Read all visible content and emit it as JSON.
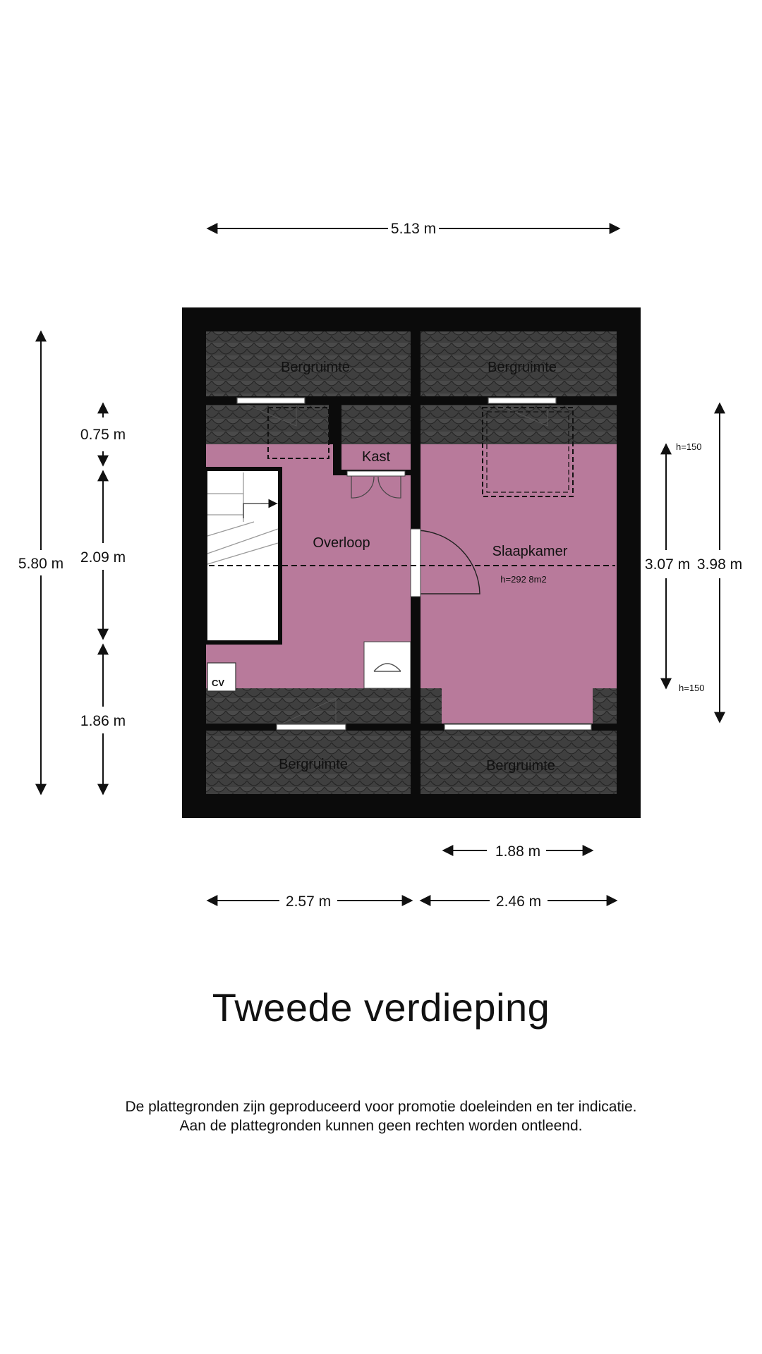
{
  "colors": {
    "wall": "#0b0b0b",
    "room": "#b87a9b",
    "roof_tile": "#3f3f3f",
    "roof_tile_line": "#222222",
    "dimension_line": "#111111"
  },
  "dimensions": {
    "top_total": "5.13 m",
    "left_total": "5.80 m",
    "left_part_1": "0.75 m",
    "left_part_2": "2.09 m",
    "left_part_3": "1.86 m",
    "right_inner": "3.07 m",
    "right_outer": "3.98 m",
    "bottom_inner": "1.88 m",
    "bottom_left": "2.57 m",
    "bottom_right": "2.46 m"
  },
  "rooms": {
    "storage_top_left": "Bergruimte",
    "storage_top_right": "Bergruimte",
    "storage_bottom_left": "Bergruimte",
    "storage_bottom_right": "Bergruimte",
    "closet": "Kast",
    "landing": "Overloop",
    "bedroom": "Slaapkamer",
    "bedroom_info": "h=292  8m2"
  },
  "annotations": {
    "height_top": "h=150",
    "height_bottom": "h=150",
    "boiler": "CV"
  },
  "icons": {
    "stairs": "stairs-icon",
    "boiler": "boiler-icon",
    "washbasin": "washbasin-icon"
  },
  "title": "Tweede verdieping",
  "disclaimer": {
    "line1": "De plattegronden zijn geproduceerd voor promotie doeleinden en ter indicatie.",
    "line2": "Aan de plattegronden kunnen geen rechten worden ontleend."
  }
}
